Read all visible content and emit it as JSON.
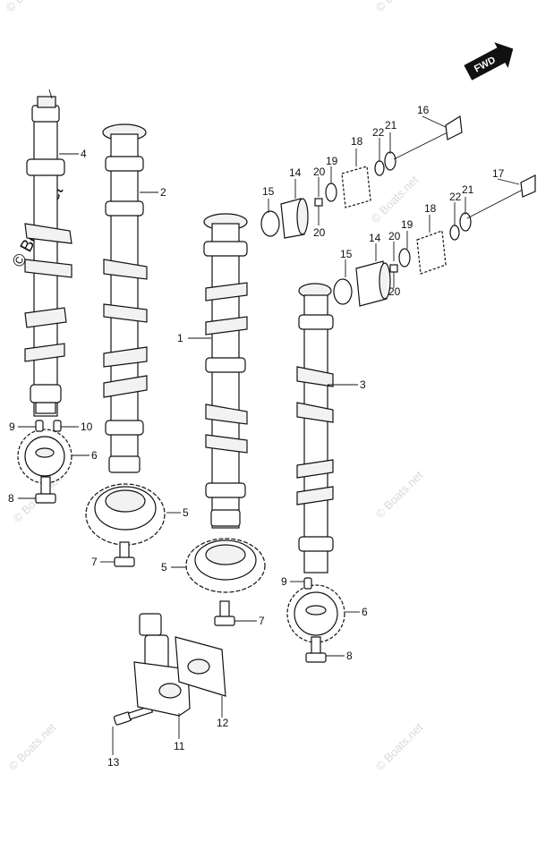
{
  "watermark": {
    "main": "© Boats.net",
    "copies": [
      "© Boats.net",
      "© Boats.net",
      "© Boats.net",
      "© Boats.net",
      "© Boats.net",
      "© Boats.net",
      "© Boats.net"
    ]
  },
  "direction_badge": "FWD",
  "callouts": [
    {
      "id": "c1",
      "text": "1"
    },
    {
      "id": "c2",
      "text": "2"
    },
    {
      "id": "c3",
      "text": "3"
    },
    {
      "id": "c4",
      "text": "4"
    },
    {
      "id": "c5a",
      "text": "5"
    },
    {
      "id": "c5b",
      "text": "5"
    },
    {
      "id": "c6a",
      "text": "6"
    },
    {
      "id": "c6b",
      "text": "6"
    },
    {
      "id": "c7a",
      "text": "7"
    },
    {
      "id": "c7b",
      "text": "7"
    },
    {
      "id": "c8a",
      "text": "8"
    },
    {
      "id": "c8b",
      "text": "8"
    },
    {
      "id": "c9a",
      "text": "9"
    },
    {
      "id": "c9b",
      "text": "9"
    },
    {
      "id": "c10",
      "text": "10"
    },
    {
      "id": "c11",
      "text": "11"
    },
    {
      "id": "c12",
      "text": "12"
    },
    {
      "id": "c13",
      "text": "13"
    },
    {
      "id": "c14a",
      "text": "14"
    },
    {
      "id": "c14b",
      "text": "14"
    },
    {
      "id": "c15a",
      "text": "15"
    },
    {
      "id": "c15b",
      "text": "15"
    },
    {
      "id": "c16",
      "text": "16"
    },
    {
      "id": "c17",
      "text": "17"
    },
    {
      "id": "c18a",
      "text": "18"
    },
    {
      "id": "c18b",
      "text": "18"
    },
    {
      "id": "c19a",
      "text": "19"
    },
    {
      "id": "c19b",
      "text": "19"
    },
    {
      "id": "c20a",
      "text": "20"
    },
    {
      "id": "c20b",
      "text": "20"
    },
    {
      "id": "c20c",
      "text": "20"
    },
    {
      "id": "c20d",
      "text": "20"
    },
    {
      "id": "c21a",
      "text": "21"
    },
    {
      "id": "c21b",
      "text": "21"
    },
    {
      "id": "c22a",
      "text": "22"
    },
    {
      "id": "c22b",
      "text": "22"
    }
  ]
}
